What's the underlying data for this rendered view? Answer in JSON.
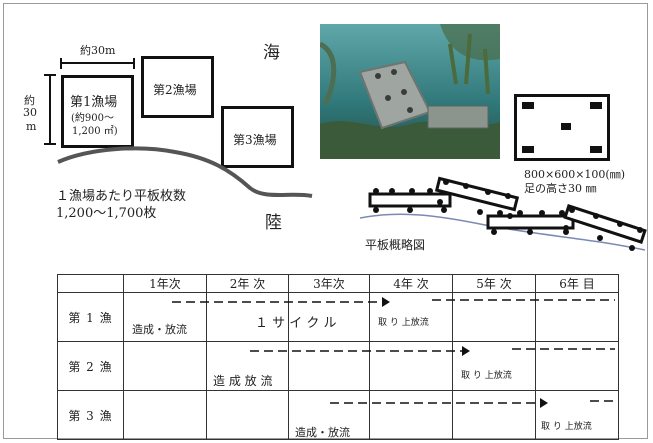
{
  "left_diagram": {
    "label_sea": "海",
    "label_land": "陸",
    "width_label": "約30m",
    "height_label_1": "約",
    "height_label_2": "30",
    "height_label_3": "m",
    "ground1_name": "第1漁場",
    "ground1_area_1": "(約900～",
    "ground1_area_2": "1,200 ㎡)",
    "ground2_name": "第2漁場",
    "ground3_name": "第3漁場",
    "plates_note_1": "１漁場あたり平板枚数",
    "plates_note_2": "1,200～1,700枚"
  },
  "right_diagram": {
    "plate_size": "800×600×100(㎜)",
    "leg_height": "足の高さ30 ㎜",
    "caption": "平板概略図"
  },
  "schedule": {
    "headers": [
      "",
      "1年次",
      "2年 次",
      "3年次",
      "4年 次",
      "5年 次",
      "6年 目"
    ],
    "rows": [
      {
        "label": "第 1 漁",
        "start_note": "造成・放流",
        "cycle_note": "１ サ イ ク ル",
        "end_note": "取 り 上放流"
      },
      {
        "label": "第 2 漁",
        "start_note": "造 成 放 流",
        "end_note": "取 り 上放流"
      },
      {
        "label": "第 3 漁",
        "start_note": "造成・放流",
        "end_note": "取 り 上放流"
      }
    ]
  },
  "colors": {
    "photo_water": "#3f8b8e",
    "line": "#111111"
  }
}
